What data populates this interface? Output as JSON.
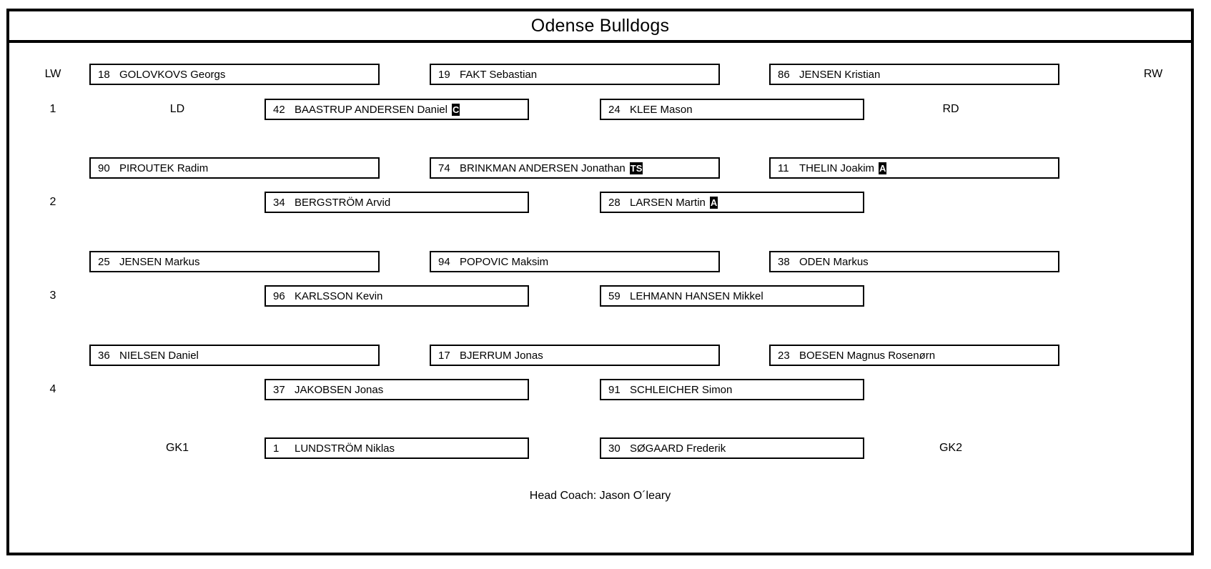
{
  "header": {
    "team_title": "Odense Bulldogs"
  },
  "position_labels": {
    "lw": "LW",
    "rw": "RW",
    "ld": "LD",
    "rd": "RD",
    "gk1": "GK1",
    "gk2": "GK2"
  },
  "lines": [
    {
      "number": "1",
      "forwards": [
        {
          "jersey": "18",
          "name": "GOLOVKOVS Georgs",
          "badge": ""
        },
        {
          "jersey": "19",
          "name": "FAKT Sebastian",
          "badge": ""
        },
        {
          "jersey": "86",
          "name": "JENSEN Kristian",
          "badge": ""
        }
      ],
      "defense": [
        {
          "jersey": "42",
          "name": "BAASTRUP ANDERSEN Daniel",
          "badge": "C"
        },
        {
          "jersey": "24",
          "name": "KLEE Mason",
          "badge": ""
        }
      ]
    },
    {
      "number": "2",
      "forwards": [
        {
          "jersey": "90",
          "name": "PIROUTEK Radim",
          "badge": ""
        },
        {
          "jersey": "74",
          "name": "BRINKMAN ANDERSEN Jonathan",
          "badge": "TS"
        },
        {
          "jersey": "11",
          "name": "THELIN Joakim",
          "badge": "A"
        }
      ],
      "defense": [
        {
          "jersey": "34",
          "name": "BERGSTRÖM Arvid",
          "badge": ""
        },
        {
          "jersey": "28",
          "name": "LARSEN Martin",
          "badge": "A"
        }
      ]
    },
    {
      "number": "3",
      "forwards": [
        {
          "jersey": "25",
          "name": "JENSEN Markus",
          "badge": ""
        },
        {
          "jersey": "94",
          "name": "POPOVIC Maksim",
          "badge": ""
        },
        {
          "jersey": "38",
          "name": "ODEN Markus",
          "badge": ""
        }
      ],
      "defense": [
        {
          "jersey": "96",
          "name": "KARLSSON Kevin",
          "badge": ""
        },
        {
          "jersey": "59",
          "name": "LEHMANN HANSEN Mikkel",
          "badge": ""
        }
      ]
    },
    {
      "number": "4",
      "forwards": [
        {
          "jersey": "36",
          "name": "NIELSEN Daniel",
          "badge": ""
        },
        {
          "jersey": "17",
          "name": "BJERRUM Jonas",
          "badge": ""
        },
        {
          "jersey": "23",
          "name": "BOESEN Magnus Rosenørn",
          "badge": ""
        }
      ],
      "defense": [
        {
          "jersey": "37",
          "name": "JAKOBSEN Jonas",
          "badge": ""
        },
        {
          "jersey": "91",
          "name": "SCHLEICHER Simon",
          "badge": ""
        }
      ]
    }
  ],
  "goalies": [
    {
      "jersey": "1",
      "name": "LUNDSTRÖM Niklas",
      "badge": ""
    },
    {
      "jersey": "30",
      "name": "SØGAARD Frederik",
      "badge": ""
    }
  ],
  "footer": {
    "head_coach": "Head Coach: Jason O´leary"
  },
  "colors": {
    "border": "#000000",
    "background": "#ffffff",
    "text": "#000000",
    "badge_background": "#000000",
    "badge_text": "#ffffff"
  }
}
